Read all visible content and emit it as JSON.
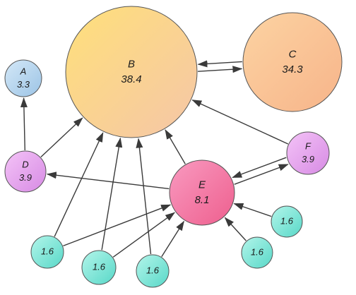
{
  "nodes": [
    {
      "id": "A",
      "name": "A",
      "score": "3.3",
      "color_light": "#d4e8f7",
      "color_dark": "#9cc4e6"
    },
    {
      "id": "B",
      "name": "B",
      "score": "38.4",
      "color_light": "#ffe07a",
      "color_dark": "#f5c6a8"
    },
    {
      "id": "C",
      "name": "C",
      "score": "34.3",
      "color_light": "#fcd3a2",
      "color_dark": "#f7b48a"
    },
    {
      "id": "D",
      "name": "D",
      "score": "3.9",
      "color_light": "#f4c3f7",
      "color_dark": "#d78be4"
    },
    {
      "id": "E",
      "name": "E",
      "score": "8.1",
      "color_light": "#f99ac0",
      "color_dark": "#ee5f8e"
    },
    {
      "id": "F",
      "name": "F",
      "score": "3.9",
      "color_light": "#f4c3f7",
      "color_dark": "#d78be4"
    },
    {
      "id": "n1",
      "name": "",
      "score": "1.6",
      "color_light": "#b3f5ea",
      "color_dark": "#58d8c8"
    },
    {
      "id": "n2",
      "name": "",
      "score": "1.6",
      "color_light": "#b3f5ea",
      "color_dark": "#58d8c8"
    },
    {
      "id": "n3",
      "name": "",
      "score": "1.6",
      "color_light": "#b3f5ea",
      "color_dark": "#58d8c8"
    },
    {
      "id": "n4",
      "name": "",
      "score": "1.6",
      "color_light": "#b3f5ea",
      "color_dark": "#58d8c8"
    },
    {
      "id": "n5",
      "name": "",
      "score": "1.6",
      "color_light": "#b3f5ea",
      "color_dark": "#58d8c8"
    }
  ],
  "edges": [
    {
      "from": "D",
      "to": "A"
    },
    {
      "from": "D",
      "to": "B"
    },
    {
      "from": "E",
      "to": "D"
    },
    {
      "from": "E",
      "to": "B"
    },
    {
      "from": "E",
      "to": "F"
    },
    {
      "from": "F",
      "to": "E"
    },
    {
      "from": "F",
      "to": "B"
    },
    {
      "from": "B",
      "to": "C"
    },
    {
      "from": "C",
      "to": "B"
    },
    {
      "from": "n1",
      "to": "B"
    },
    {
      "from": "n1",
      "to": "E"
    },
    {
      "from": "n2",
      "to": "B"
    },
    {
      "from": "n2",
      "to": "E"
    },
    {
      "from": "n3",
      "to": "B"
    },
    {
      "from": "n3",
      "to": "E"
    },
    {
      "from": "n4",
      "to": "E"
    },
    {
      "from": "n5",
      "to": "E"
    }
  ],
  "edge_color": "#3a3a3a"
}
